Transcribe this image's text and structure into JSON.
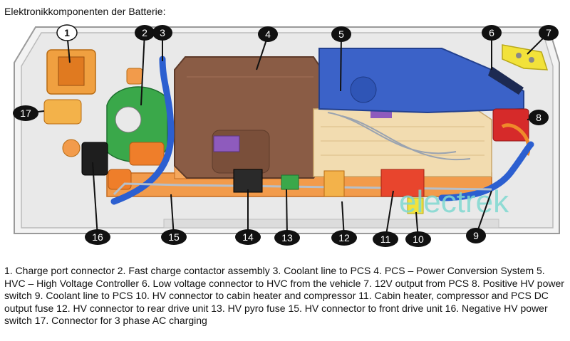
{
  "heading": "Elektronikkomponenten der Batterie:",
  "watermark": "electrek",
  "callouts": [
    "1",
    "2",
    "3",
    "4",
    "5",
    "6",
    "7",
    "8",
    "9",
    "10",
    "11",
    "12",
    "13",
    "14",
    "15",
    "16",
    "17"
  ],
  "caption": "1. Charge port connector 2. Fast charge contactor assembly 3. Coolant line to PCS 4. PCS – Power Conversion System 5. HVC – High Voltage Controller 6. Low voltage connector to HVC from the vehicle 7. 12V output from PCS 8. Positive HV power switch 9. Coolant line to PCS 10. HV connector to cabin heater and compressor 11. Cabin heater, compressor and PCS DC output fuse 12. HV connector to rear drive unit 13. HV pyro fuse 15. HV connector to front drive unit 16. Negative HV power switch 17. Connector for 3 phase AC charging",
  "colors": {
    "brown": "#8a5c45",
    "blue": "#3b62c8",
    "orange": "#ef8a2a",
    "green": "#3aa84a",
    "yellow": "#f2e23a",
    "red": "#d62a2a",
    "beige": "#f2dcb0",
    "watermark": "#7fd8d0"
  }
}
